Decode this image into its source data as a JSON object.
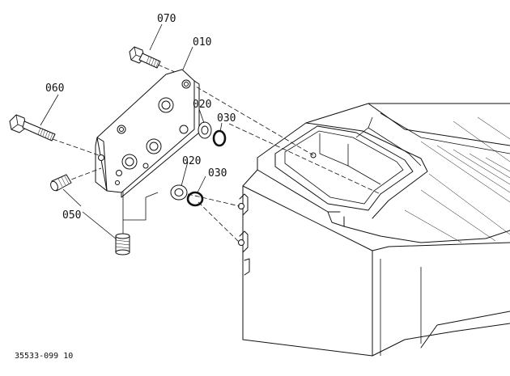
{
  "diagram": {
    "part_labels": {
      "p070": "070",
      "p010": "010",
      "p060": "060",
      "p020_upper": "020",
      "p030_upper": "030",
      "p020_lower": "020",
      "p030_lower": "030",
      "p050": "050"
    },
    "drawing_code": "35533-099 10"
  }
}
